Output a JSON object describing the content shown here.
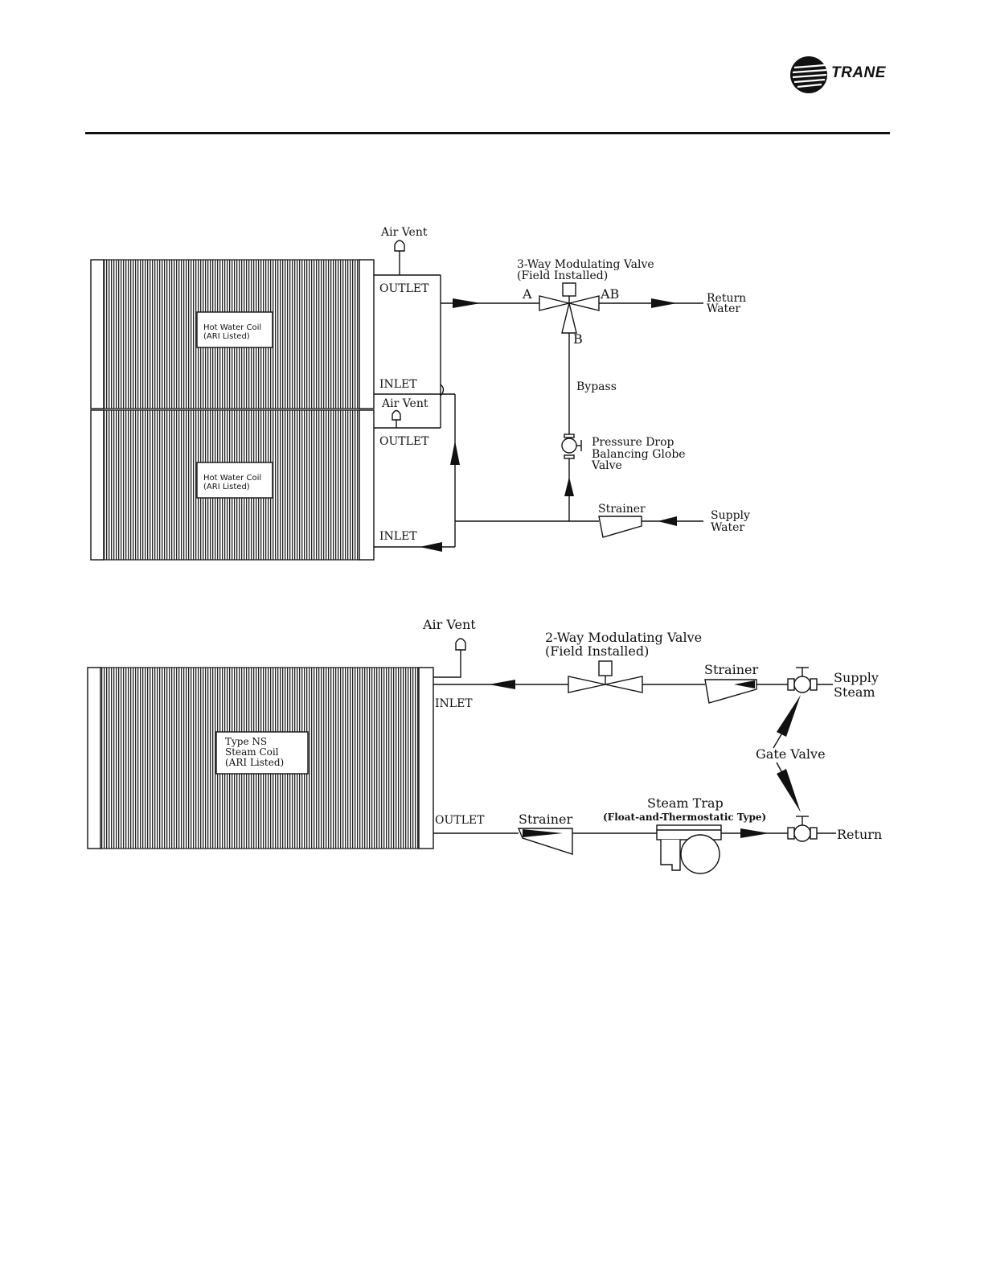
{
  "header": {
    "brand": "TRANE",
    "logo_icon": "trane-logo-icon"
  },
  "diagram1": {
    "air_vent_top": "Air Vent",
    "air_vent_mid": "Air Vent",
    "outlet_upper": "OUTLET",
    "inlet_upper": "INLET",
    "outlet_lower": "OUTLET",
    "inlet_lower": "INLET",
    "coil_upper": [
      "Hot Water Coil",
      "(ARI Listed)"
    ],
    "coil_lower": [
      "Hot Water Coil",
      "(ARI Listed)"
    ],
    "valve_title": [
      "3-Way Modulating Valve",
      "(Field Installed)"
    ],
    "port_a": "A",
    "port_ab": "AB",
    "port_b": "B",
    "return_water": [
      "Return",
      "Water"
    ],
    "bypass": "Bypass",
    "globe_valve": [
      "Pressure Drop",
      "Balancing Globe",
      "Valve"
    ],
    "strainer": "Strainer",
    "supply_water": [
      "Supply",
      "Water"
    ]
  },
  "diagram2": {
    "air_vent": "Air Vent",
    "valve_title": [
      "2-Way Modulating Valve",
      "(Field Installed)"
    ],
    "strainer_top": "Strainer",
    "supply_steam": [
      "Supply",
      "Steam"
    ],
    "inlet": "INLET",
    "coil": [
      "Type NS",
      "Steam Coil",
      "(ARI Listed)"
    ],
    "gate_valve": "Gate Valve",
    "outlet": "OUTLET",
    "strainer_bottom": "Strainer",
    "steam_trap": "Steam Trap",
    "steam_trap_type": "(Float-and-Thermostatic Type)",
    "return": "Return"
  }
}
